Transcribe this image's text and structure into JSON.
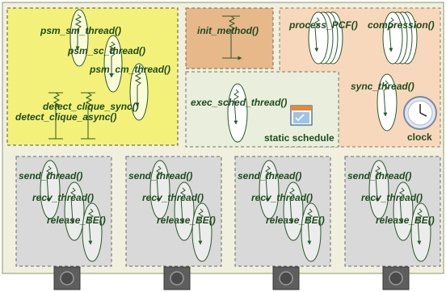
{
  "colors": {
    "outer_bg": "#f1f0df",
    "yellow_panel": "#f3f17a",
    "orange_panel": "#e7b88a",
    "peach_panel": "#f8d8bc",
    "green_panel": "#e9efdc",
    "gray_panel": "#d9d9d9",
    "text": "#1f4b1f",
    "stroke": "#2a5a2a"
  },
  "panels": {
    "psm": {
      "sm_thread": "psm_sm_thread()",
      "sc_thread": "psm_sc_thread()",
      "cm_thread": "psm_cm_thread()",
      "detect_sync": "detect_clique_sync()",
      "detect_async": "detect_clique_async()"
    },
    "init": {
      "method": "init_method()"
    },
    "pcf": {
      "process": "process_PCF()",
      "compression": "compression()",
      "sync": "sync_thread()",
      "clock_label": "clock",
      "clock_icon": "clock-icon"
    },
    "sched": {
      "thread": "exec_sched_thread()",
      "schedule_label": "static schedule",
      "calendar_icon": "calendar-icon"
    },
    "ports": [
      {
        "send": "send_thread()",
        "recv": "recv_thread()",
        "release": "release_BE()"
      },
      {
        "send": "send_thread()",
        "recv": "recv_thread()",
        "release": "release_BE()"
      },
      {
        "send": "send_thread()",
        "recv": "recv_thread()",
        "release": "release_BE()"
      },
      {
        "send": "send_thread()",
        "recv": "recv_thread()",
        "release": "release_BE()"
      }
    ],
    "port_icon": "network-port-icon"
  }
}
